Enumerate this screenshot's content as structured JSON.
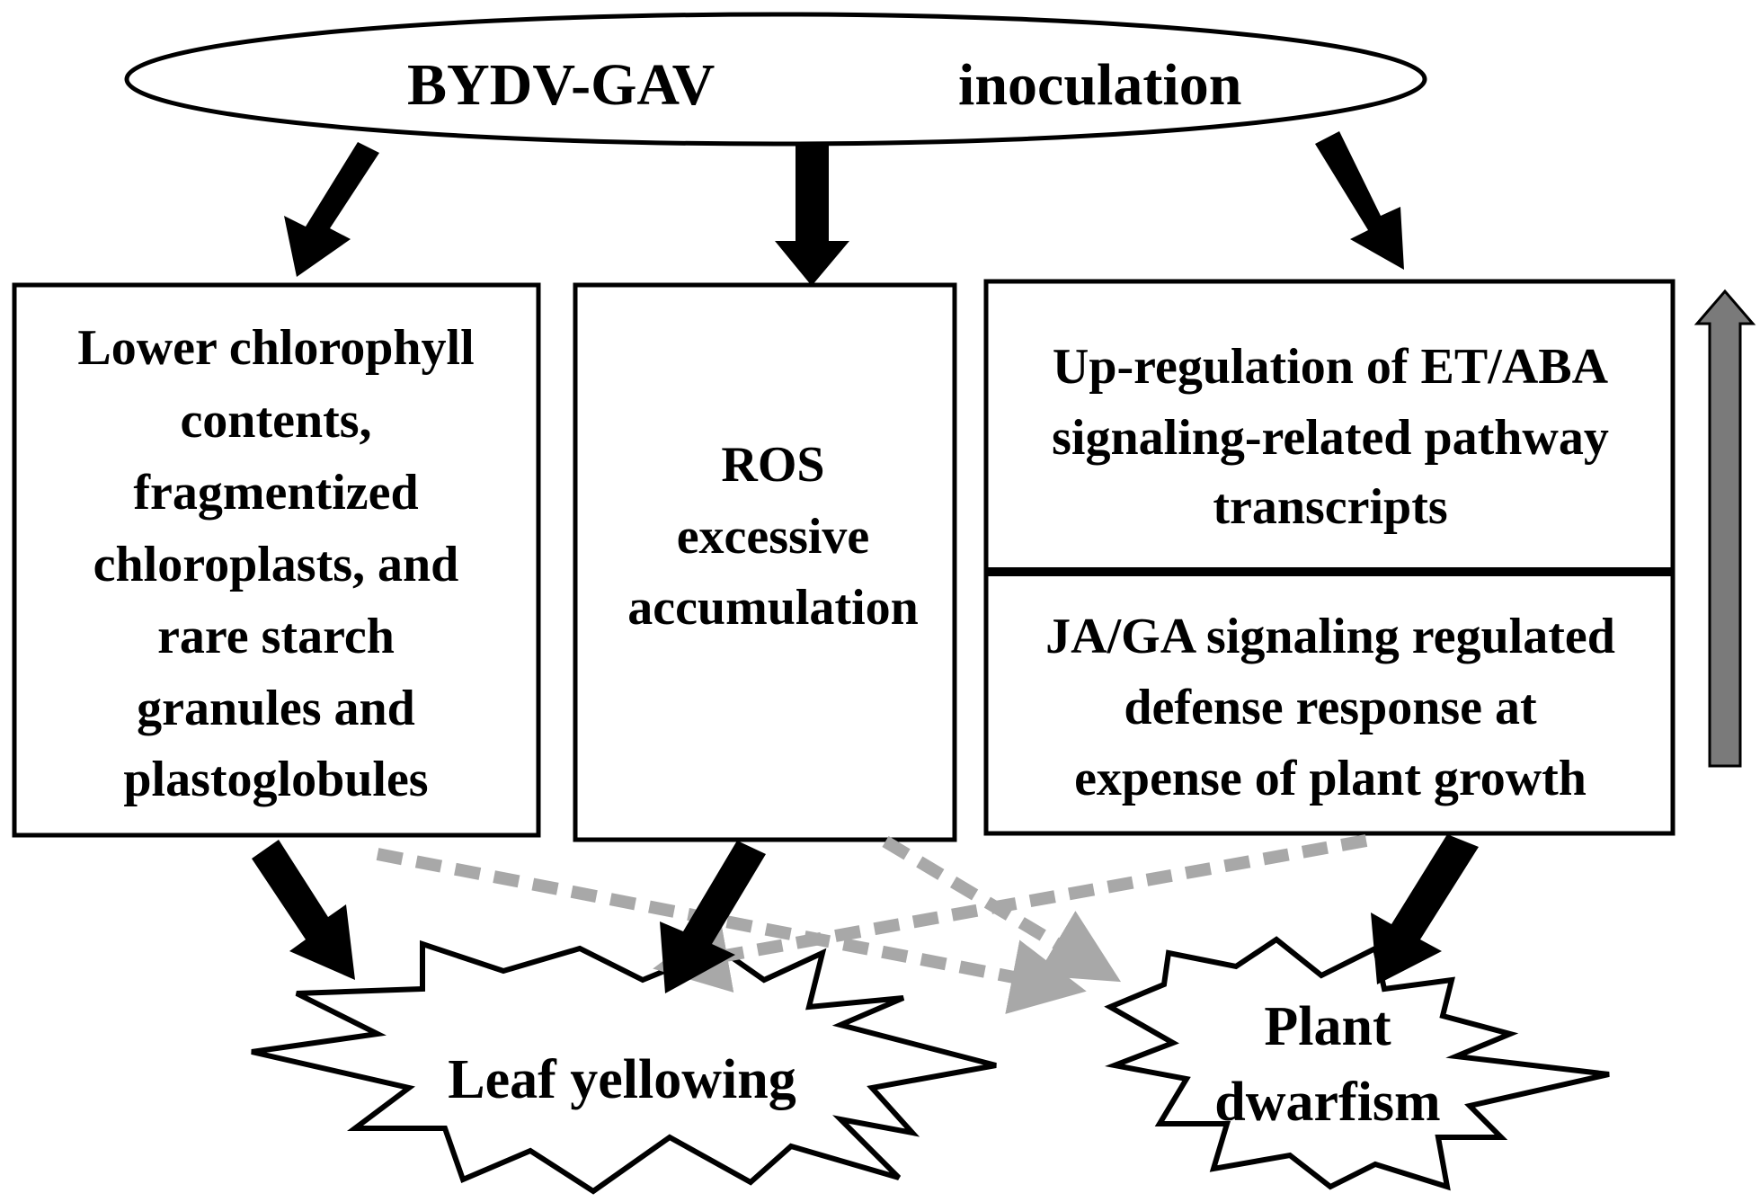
{
  "header": {
    "virus": "BYDV-GAV",
    "action": "inoculation"
  },
  "boxes": {
    "chloroplast": {
      "lines": [
        "Lower chlorophyll",
        "contents,",
        "fragmentized",
        "chloroplasts, and",
        "rare starch",
        "granules and",
        "plastoglobules"
      ]
    },
    "ros": {
      "lines": [
        "ROS",
        "excessive",
        "accumulation"
      ]
    },
    "upregulation": {
      "lines": [
        "Up-regulation of ET/ABA",
        "signaling-related pathway",
        "transcripts"
      ]
    },
    "defense": {
      "lines": [
        "JA/GA signaling regulated",
        "defense response at",
        "expense of plant growth"
      ]
    }
  },
  "outcomes": {
    "leaf": {
      "lines": [
        "Leaf yellowing"
      ]
    },
    "dwarf": {
      "lines": [
        "Plant",
        "dwarfism"
      ]
    }
  },
  "colors": {
    "solid_arrow": "#000000",
    "dashed_arrow": "#a8a8a8",
    "side_arrow": "#7a7a7a",
    "outline": "#000000",
    "background": "#ffffff"
  }
}
